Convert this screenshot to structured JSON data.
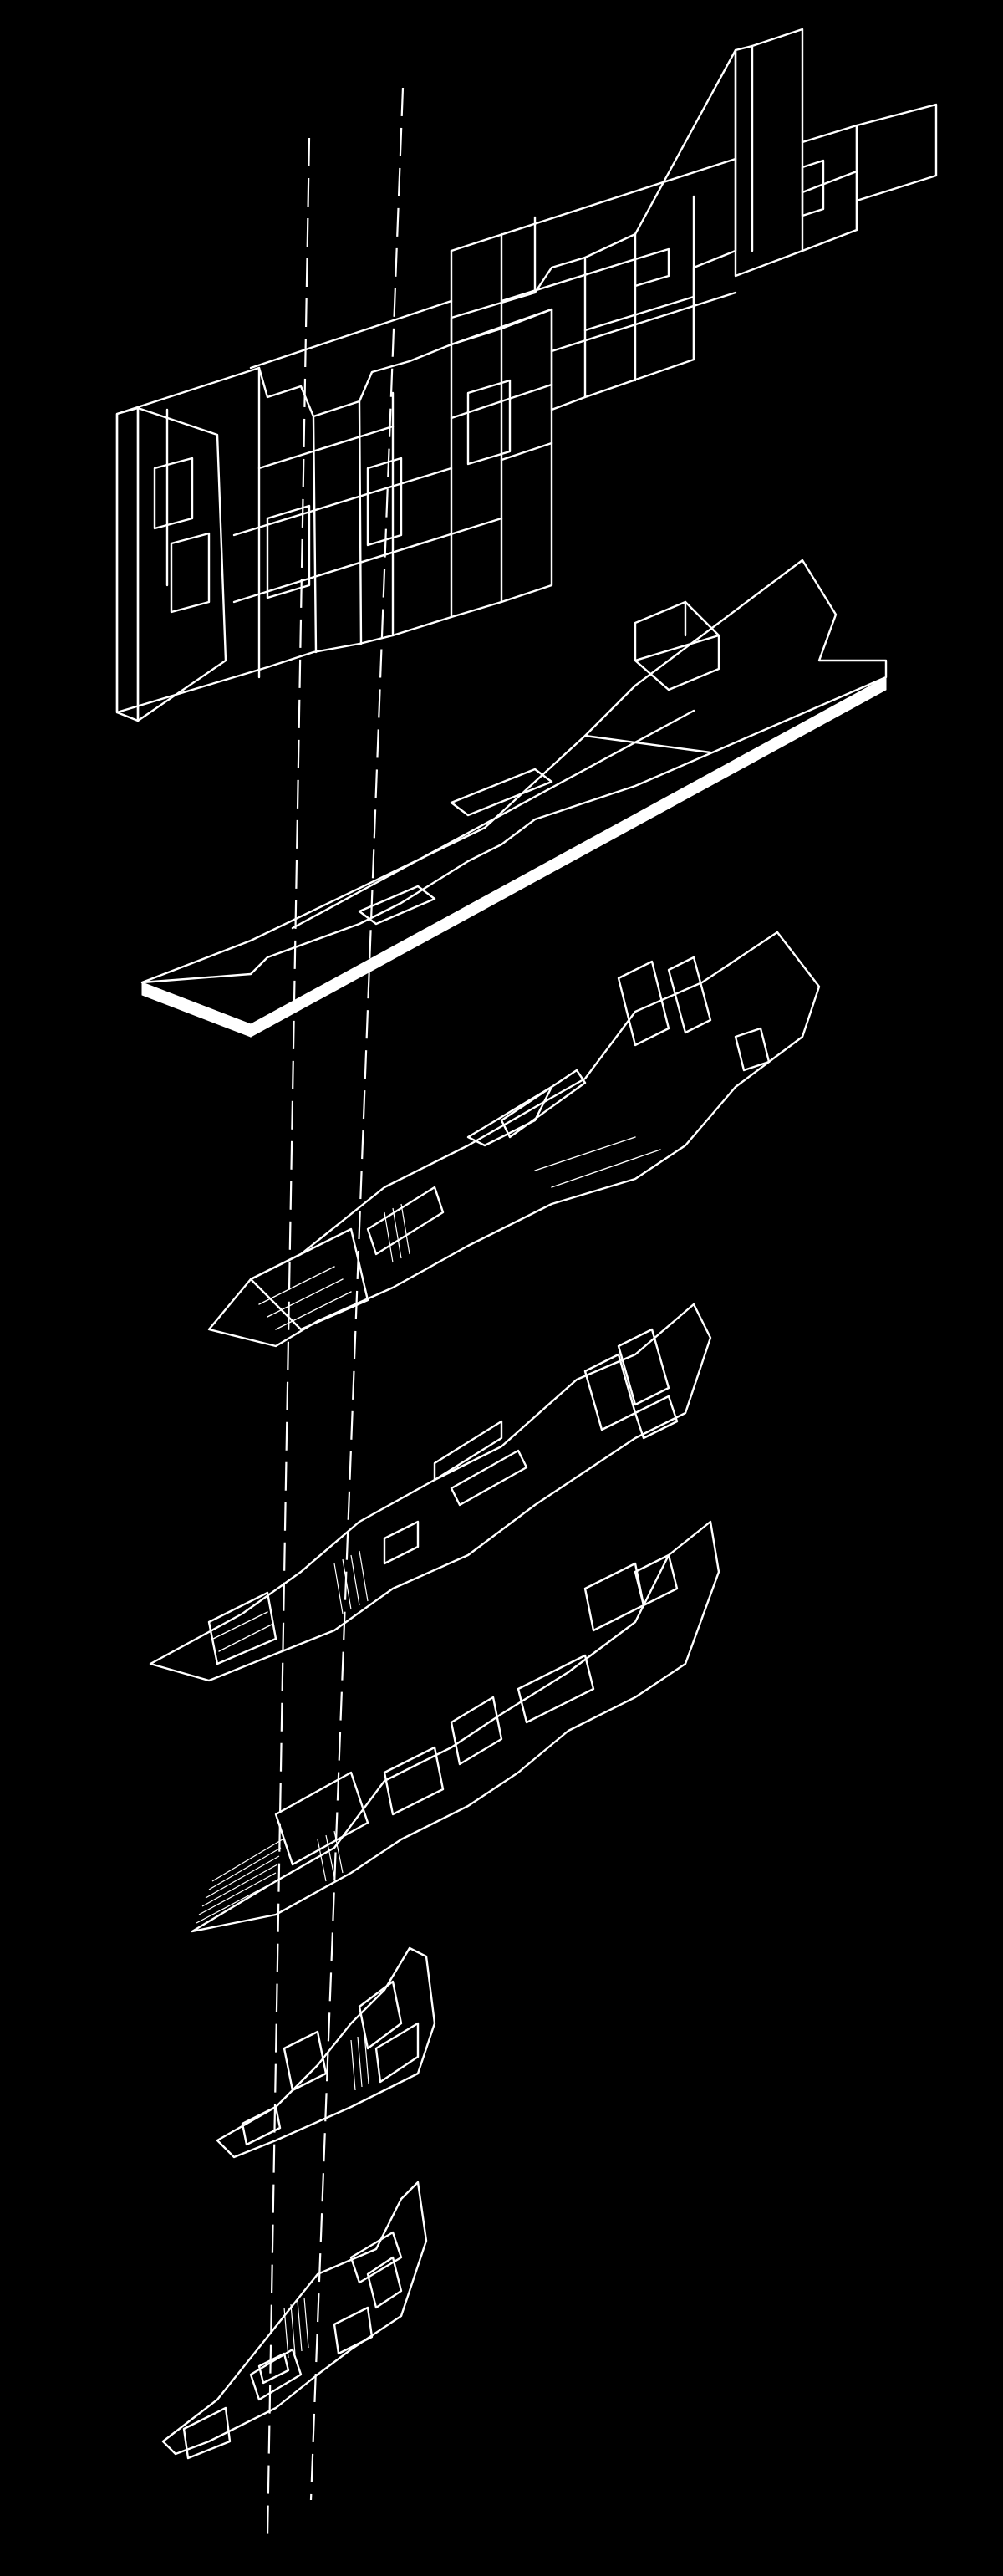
{
  "figure": {
    "background_color": "#000000",
    "line_color": "#ffffff",
    "layers": [
      "facade-screen",
      "roof-slab",
      "level-4-plate",
      "level-3-plate",
      "level-2-plate",
      "level-1-plate",
      "ground-plate"
    ]
  }
}
